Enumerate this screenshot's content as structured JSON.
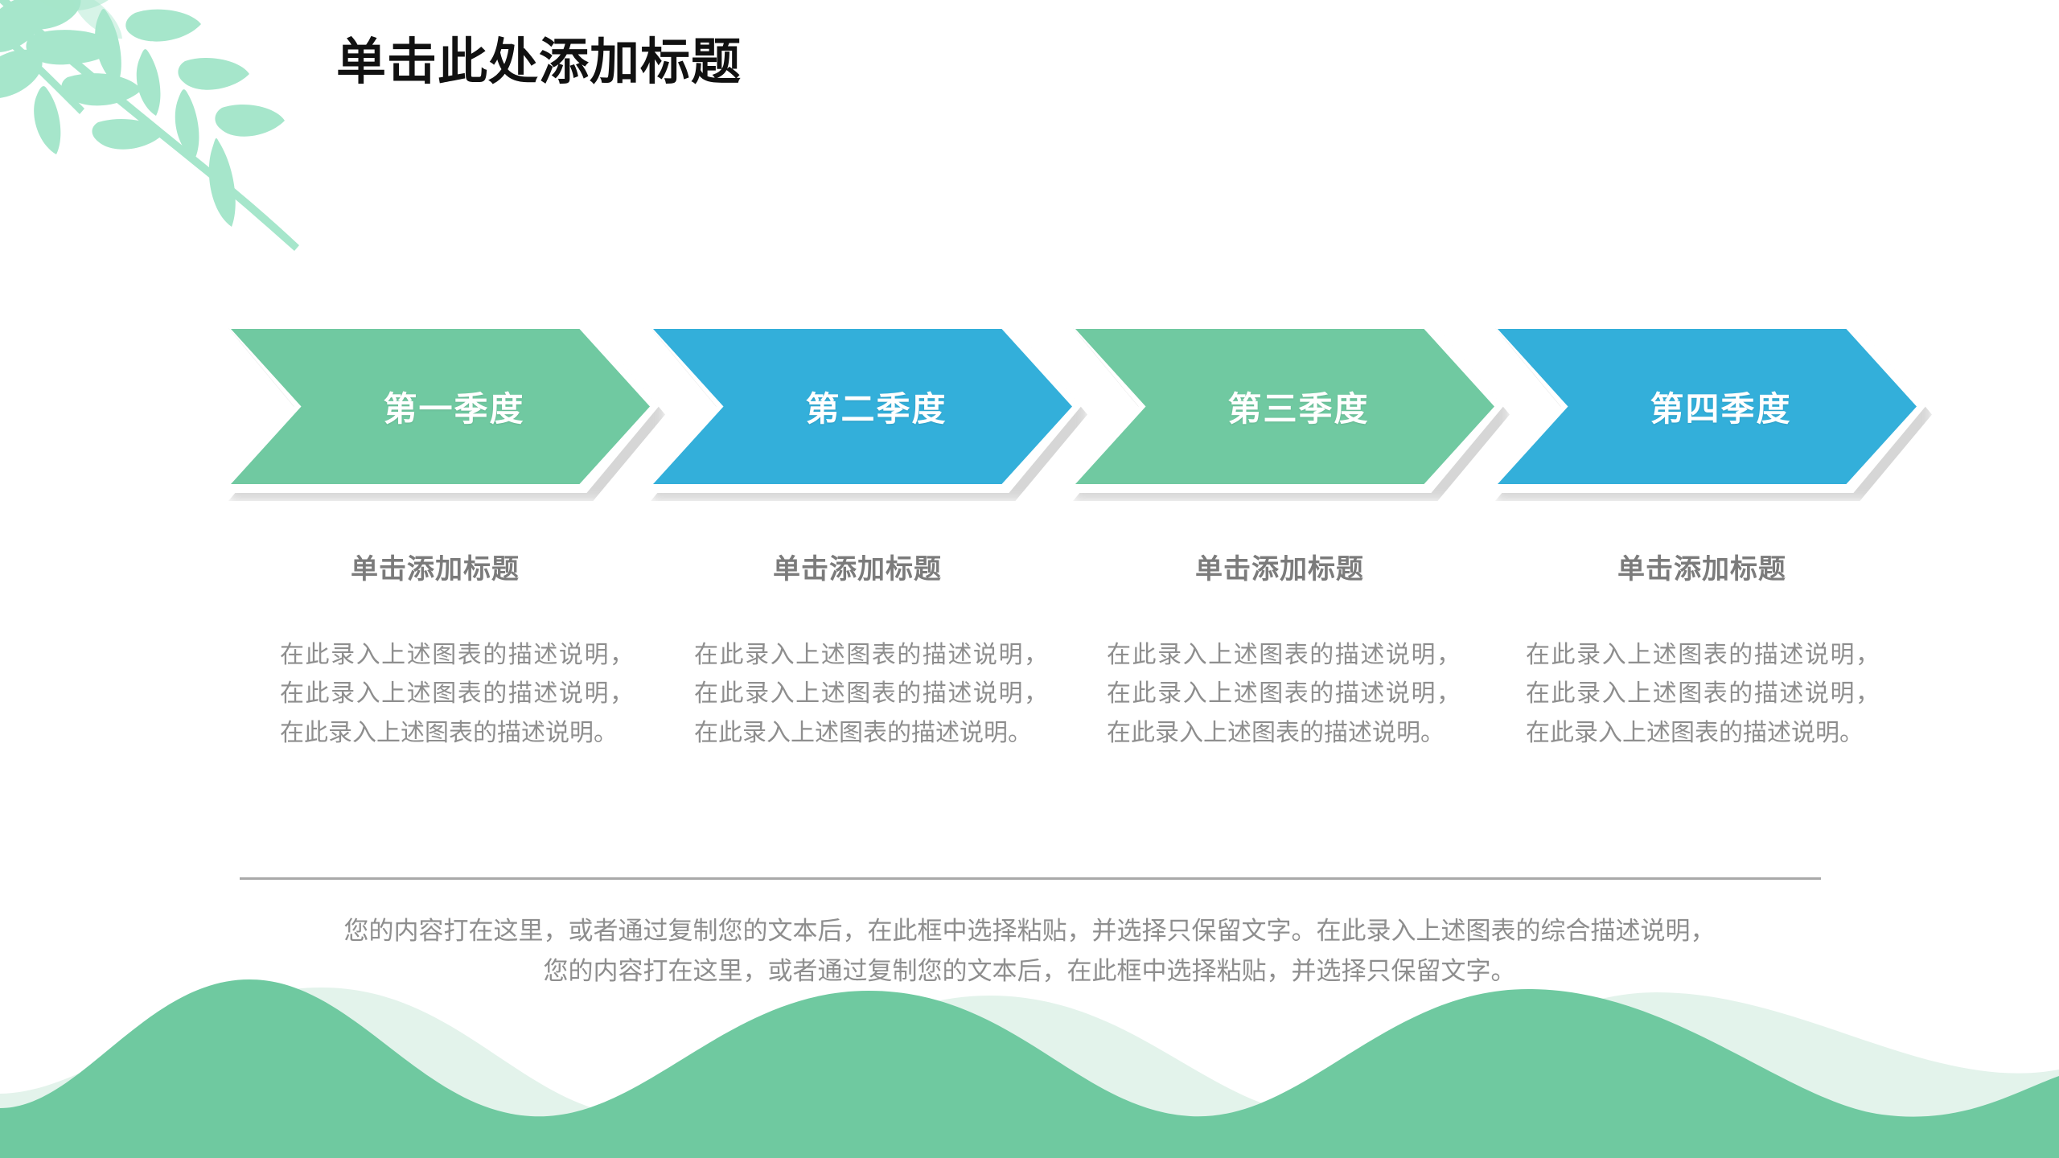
{
  "slide": {
    "title": "单击此处添加标题",
    "background_color": "#FFFFFF"
  },
  "theme": {
    "green": "#70C9A1",
    "blue": "#33AFDA",
    "leaf_green": "#A6E6CB",
    "wave_front": "#6FC9A0",
    "wave_back": "#E3F3EB",
    "title_color": "#111111",
    "heading_gray": "#7B7B7B",
    "body_gray": "#8E8E8E",
    "divider_gray": "#A9A9A9"
  },
  "chevrons": [
    {
      "label": "第一季度",
      "color": "#70C9A1"
    },
    {
      "label": "第二季度",
      "color": "#33AFDA"
    },
    {
      "label": "第三季度",
      "color": "#70C9A1"
    },
    {
      "label": "第四季度",
      "color": "#33AFDA"
    }
  ],
  "columns": [
    {
      "heading": "单击添加标题",
      "body": "在此录入上述图表的描述说明，在此录入上述图表的描述说明，在此录入上述图表的描述说明。"
    },
    {
      "heading": "单击添加标题",
      "body": "在此录入上述图表的描述说明，在此录入上述图表的描述说明，在此录入上述图表的描述说明。"
    },
    {
      "heading": "单击添加标题",
      "body": "在此录入上述图表的描述说明，在此录入上述图表的描述说明，在此录入上述图表的描述说明。"
    },
    {
      "heading": "单击添加标题",
      "body": "在此录入上述图表的描述说明，在此录入上述图表的描述说明，在此录入上述图表的描述说明。"
    }
  ],
  "summary": {
    "line1": "您的内容打在这里，或者通过复制您的文本后，在此框中选择粘贴，并选择只保留文字。在此录入上述图表的综合描述说明，",
    "line2": "您的内容打在这里，或者通过复制您的文本后，在此框中选择粘贴，并选择只保留文字。"
  },
  "decorations": {
    "leaves_icon": "leaf-branch-icon",
    "waves_icon": "wave-hills-icon"
  }
}
